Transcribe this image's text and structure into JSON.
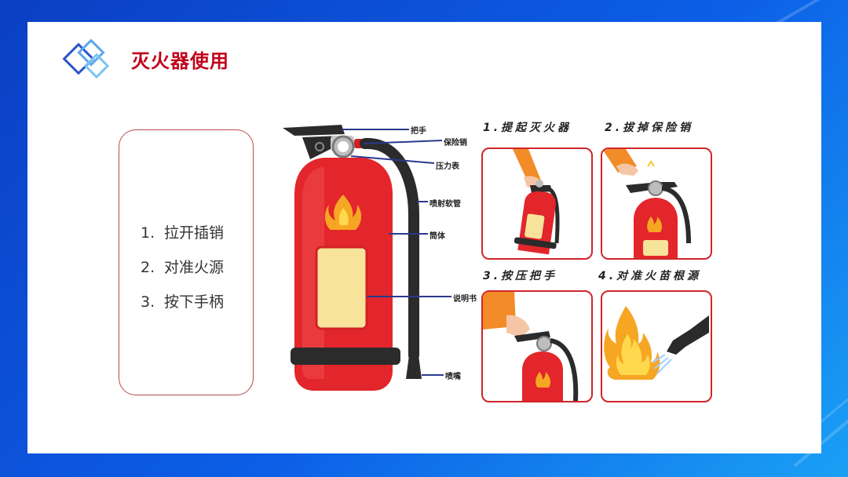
{
  "slide": {
    "title": "灭火器使用",
    "steps": [
      {
        "num": "1.",
        "text": "拉开插销"
      },
      {
        "num": "2.",
        "text": "对准火源"
      },
      {
        "num": "3.",
        "text": "按下手柄"
      }
    ]
  },
  "diagram": {
    "callouts": {
      "handle": "把手",
      "pin": "保险销",
      "gauge": "压力表",
      "hose": "喷射软管",
      "body": "筒体",
      "manual": "说明书",
      "nozzle": "喷嘴"
    }
  },
  "panels": [
    {
      "title": "1.提起灭火器"
    },
    {
      "title": "2.拔掉保险销"
    },
    {
      "title": "3.按压把手"
    },
    {
      "title": "4.对准火苗根源"
    }
  ],
  "colors": {
    "accent": "#c0001a",
    "extinguisher_red": "#e2262b",
    "panel_border": "#d0262a",
    "frame_blue": "#0c5ee6"
  }
}
